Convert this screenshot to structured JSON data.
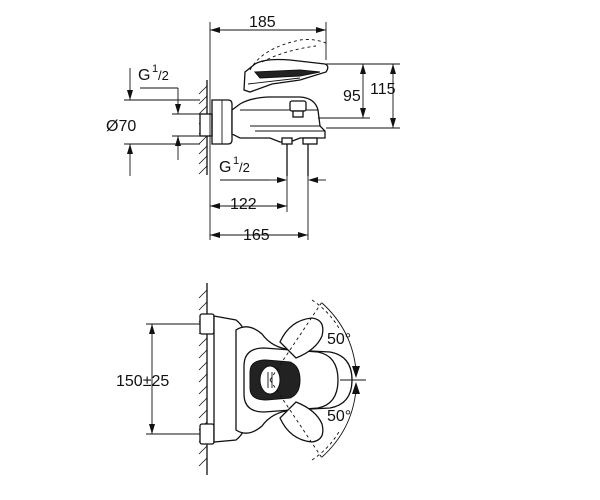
{
  "dimensions": {
    "width_total": "185",
    "height_total": "115",
    "height_handle": "95",
    "thread_top_base": "G",
    "thread_top_sup": "1",
    "thread_top_den": "/2",
    "diameter": "Ø70",
    "thread_bottom_base": "G",
    "thread_bottom_sup": "1",
    "thread_bottom_den": "/2",
    "spout_outlet": "122",
    "spout_length": "165",
    "center_distance": "150±25",
    "angle_up": "50°",
    "angle_down": "50°"
  }
}
